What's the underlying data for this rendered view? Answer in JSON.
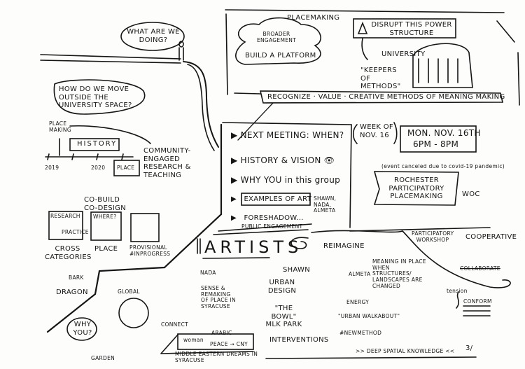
{
  "left": {
    "what_bubble": "WHAT ARE WE DOING?",
    "how_bubble": "HOW DO WE MOVE OUTSIDE THE UNIVERSITY SPACE?",
    "placemaking_label": "PLACE MAKING",
    "history_label": "HISTORY",
    "year_start": "2019",
    "year_end": "2020",
    "place_small": "PLACE",
    "community": "COMMUNITY-ENGAGED RESEARCH & TEACHING",
    "cobuild": "CO-BUILD CO-DESIGN",
    "box_research": "RESEARCH",
    "box_practice": "PRACTICE",
    "box_where": "WHERE?",
    "cross": "CROSS CATEGORIES",
    "place": "PLACE",
    "provisional": "PROVISIONAL #INPROGRESS",
    "bark": "BARK",
    "dragon": "DRAGON",
    "global": "GLOBAL",
    "connect": "CONNECT",
    "why_bubble": "WHY YOU?",
    "garden": "GARDEN",
    "woman": "woman",
    "arabic": "ARABIC",
    "peace": "PEACE → CNY",
    "middle_eastern": "MIDDLE EASTERN DREAMS IN SYRACUSE"
  },
  "top": {
    "placemaking": "PLACEMAKING",
    "broader": "BROADER ENGAGEMENT",
    "platform": "BUILD A PLATFORM",
    "disrupt": "DISRUPT THIS POWER STRUCTURE",
    "university": "UNIVERSITY",
    "keepers": "\"KEEPERS OF METHODS\"",
    "banner": "RECOGNIZE · VALUE · CREATIVE METHODS OF MEANING MAKING"
  },
  "agenda": {
    "items": [
      "NEXT MEETING: WHEN?",
      "HISTORY & VISION",
      "WHY YOU in this group",
      "EXAMPLES OF ART",
      "FORESHADOW..."
    ],
    "artists_names": "SHAWN, NADA, ALMETA",
    "public": "PUBLIC ENGAGEMENT"
  },
  "meeting": {
    "week": "WEEK OF NOV. 16",
    "date": "MON. NOV. 16TH",
    "time": "6PM - 8PM",
    "canceled": "(event canceled due to covid-19 pandemic)",
    "rochester": "ROCHESTER PARTICIPATORY PLACEMAKING",
    "woc": "WOC",
    "workshop": "PARTICIPATORY WORKSHOP",
    "cooperative": "COOPERATIVE"
  },
  "artists": {
    "title": "ARTISTS",
    "reimagine": "REIMAGINE",
    "nada": "NADA",
    "nada_text": "SENSE & REMAKING OF PLACE IN SYRACUSE",
    "shawn": "SHAWN",
    "shawn_urban": "URBAN DESIGN",
    "shawn_bowl": "\"THE BOWL\" MLK PARK",
    "shawn_interventions": "INTERVENTIONS",
    "almeta": "ALMETA",
    "meaning": "MEANING IN PLACE WHEN STRUCTURES/ LANDSCAPES ARE CHANGED",
    "energy": "ENERGY",
    "walkabout": "\"URBAN WALKABOUT\"",
    "newmethod": "#NEWMETHOD",
    "collaborate": "COLLABORATE",
    "tension": "tension",
    "conform": "CONFORM",
    "deep": ">> DEEP SPATIAL KNOWLEDGE <<",
    "page": "3/"
  }
}
